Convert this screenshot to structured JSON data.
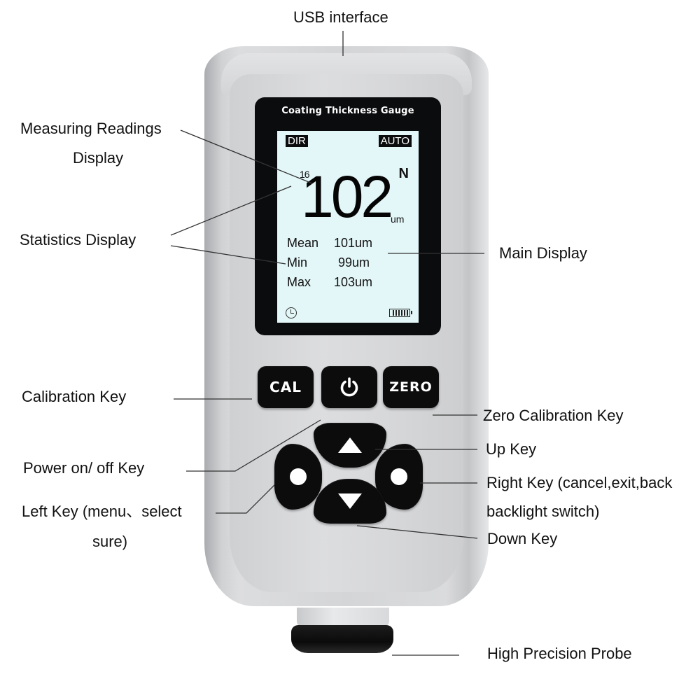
{
  "title": "Coating Thickness Gauge feature diagram",
  "device": {
    "screen_title": "Coating Thickness Gauge",
    "lcd": {
      "mode_badge_left": "DIR",
      "mode_badge_right": "AUTO",
      "measurement_count": "16",
      "substrate_mode": "N",
      "reading": "102",
      "reading_unit": "um",
      "stats": [
        {
          "label": "Mean",
          "value": "101um"
        },
        {
          "label": "Min",
          "value": "99um"
        },
        {
          "label": "Max",
          "value": "103um"
        }
      ],
      "icons": {
        "clock": "clock-icon",
        "battery": "battery-full-icon"
      }
    },
    "keys": {
      "cal": "CAL",
      "power": "power-icon",
      "zero": "ZERO",
      "up": "up-arrow-icon",
      "down": "down-arrow-icon",
      "left": "dot-icon",
      "right": "dot-icon"
    }
  },
  "callouts": {
    "usb": "USB interface",
    "measuring_line1": "Measuring Readings",
    "measuring_line2": "Display",
    "statistics": "Statistics Display",
    "main_display": "Main Display",
    "calibration": "Calibration Key",
    "zero_calibration": "Zero Calibration Key",
    "up": "Up Key",
    "power": "Power on/  off Key",
    "right_line1": "Right Key (cancel,exit,back",
    "right_line2": "backlight switch)",
    "left_line1": "Left Key (menu、select",
    "left_line2": "sure)",
    "down": "Down Key",
    "probe": "High Precision Probe"
  },
  "colors": {
    "body": "#d6d7d9",
    "bezel": "#0b0c0e",
    "lcd_background": "#e3f6f8",
    "keys": "#0c0c0d",
    "leader_lines": "#333333"
  }
}
